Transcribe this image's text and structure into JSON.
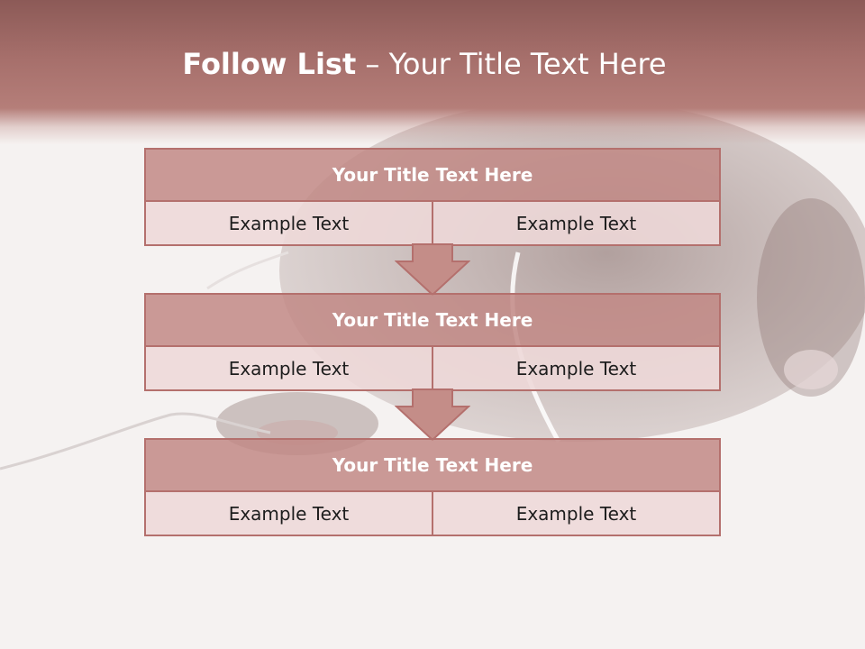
{
  "slide": {
    "title_bold": "Follow List",
    "title_rest": " – Your Title Text Here"
  },
  "blocks": [
    {
      "title": "Your Title Text Here",
      "left": "Example Text",
      "right": "Example Text"
    },
    {
      "title": "Your Title Text Here",
      "left": "Example Text",
      "right": "Example Text"
    },
    {
      "title": "Your Title Text Here",
      "left": "Example Text",
      "right": "Example Text"
    }
  ],
  "colors": {
    "header": "#a66f6b",
    "block_border": "#b4706d",
    "block_title_bg": "#be827e",
    "cell_bg": "#edd7d7",
    "arrow_fill": "#c48d88"
  },
  "icons": [
    "down-arrow-icon",
    "down-arrow-icon"
  ]
}
